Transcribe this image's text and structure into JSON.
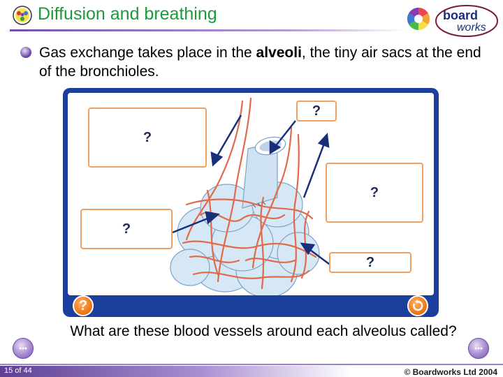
{
  "header": {
    "title": "Diffusion and breathing",
    "logo_line1": "board",
    "logo_line2": "works"
  },
  "intro": {
    "text_before": "Gas exchange takes place in the ",
    "bold_word": "alveoli",
    "text_after": ", the tiny air sacs at the end of the bronchioles."
  },
  "diagram": {
    "label_boxes": [
      "?",
      "?",
      "?",
      "?",
      "?"
    ],
    "help_button_label": "?",
    "reset_button_icon": "reset-icon"
  },
  "question": "What are these blood vessels around each alveolus called?",
  "footer": {
    "page_number": "15 of 44",
    "copyright": "© Boardworks Ltd 2004",
    "prev_icon": "chevron-left-icon",
    "next_icon": "chevron-right-icon"
  },
  "colors": {
    "title": "#1d9a3c",
    "panel": "#1a3f9c",
    "box_border": "#f0a060",
    "button": "#f07a1a",
    "vessel": "#e06a4a",
    "alveoli": "#d6e8f6"
  }
}
